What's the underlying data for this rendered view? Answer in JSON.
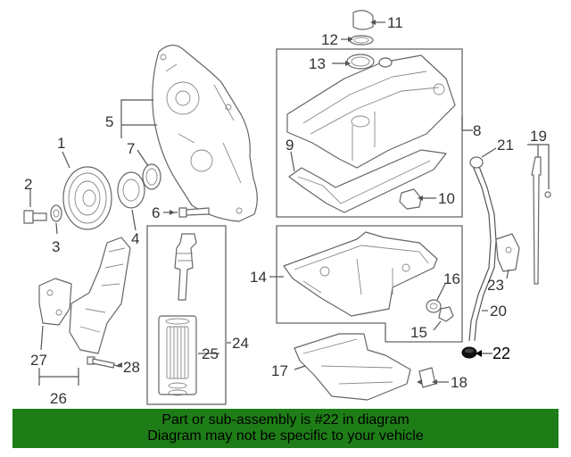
{
  "diagram": {
    "callouts": [
      {
        "number": "1",
        "highlighted": false
      },
      {
        "number": "2",
        "highlighted": false
      },
      {
        "number": "3",
        "highlighted": false
      },
      {
        "number": "4",
        "highlighted": false
      },
      {
        "number": "5",
        "highlighted": false
      },
      {
        "number": "6",
        "highlighted": false
      },
      {
        "number": "7",
        "highlighted": false
      },
      {
        "number": "8",
        "highlighted": false
      },
      {
        "number": "9",
        "highlighted": false
      },
      {
        "number": "10",
        "highlighted": false
      },
      {
        "number": "11",
        "highlighted": false
      },
      {
        "number": "12",
        "highlighted": false
      },
      {
        "number": "13",
        "highlighted": false
      },
      {
        "number": "14",
        "highlighted": false
      },
      {
        "number": "15",
        "highlighted": false
      },
      {
        "number": "16",
        "highlighted": false
      },
      {
        "number": "17",
        "highlighted": false
      },
      {
        "number": "18",
        "highlighted": false
      },
      {
        "number": "19",
        "highlighted": false
      },
      {
        "number": "20",
        "highlighted": false
      },
      {
        "number": "21",
        "highlighted": false
      },
      {
        "number": "22",
        "highlighted": true
      },
      {
        "number": "23",
        "highlighted": false
      },
      {
        "number": "24",
        "highlighted": false
      },
      {
        "number": "25",
        "highlighted": false
      },
      {
        "number": "26",
        "highlighted": false
      },
      {
        "number": "27",
        "highlighted": false
      },
      {
        "number": "28",
        "highlighted": false
      }
    ]
  },
  "banner": {
    "line1": "Part or sub-assembly is #22 in diagram",
    "line2": "Diagram may not be specific to your vehicle",
    "background": "#1e7d17"
  },
  "colors": {
    "outline": "#666666",
    "label": "#333333",
    "highlight": "#000000"
  }
}
